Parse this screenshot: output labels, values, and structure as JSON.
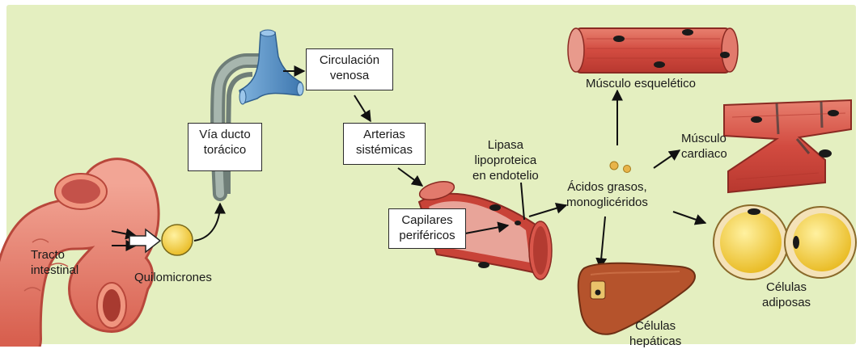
{
  "labels": {
    "tracto": [
      "Tracto",
      "intestinal"
    ],
    "quilomicrones": "Quilomicrones",
    "via_ducto": [
      "Vía ducto",
      "torácico"
    ],
    "circulacion": [
      "Circulación",
      "venosa"
    ],
    "arterias": [
      "Arterias",
      "sistémicas"
    ],
    "capilares": [
      "Capilares",
      "periféricos"
    ],
    "lipasa": [
      "Lipasa",
      "lipoproteica",
      "en endotelio"
    ],
    "acidos": [
      "Ácidos grasos,",
      "monoglicéridos"
    ],
    "musculo_esqueletico": "Músculo esquelético",
    "musculo_cardiaco": [
      "Músculo",
      "cardiaco"
    ],
    "celulas_adiposas": [
      "Células",
      "adiposas"
    ],
    "celulas_hepaticas": [
      "Células",
      "hepáticas"
    ]
  },
  "colors": {
    "background": "#e4efc0",
    "intestine": "#e87e6e",
    "muscle": "#d9564a",
    "vessel_blue": "#5f97c9",
    "chylomicron": "#f4cf3b",
    "liver": "#b5532c",
    "adipose_fill": "#f7d43a"
  }
}
